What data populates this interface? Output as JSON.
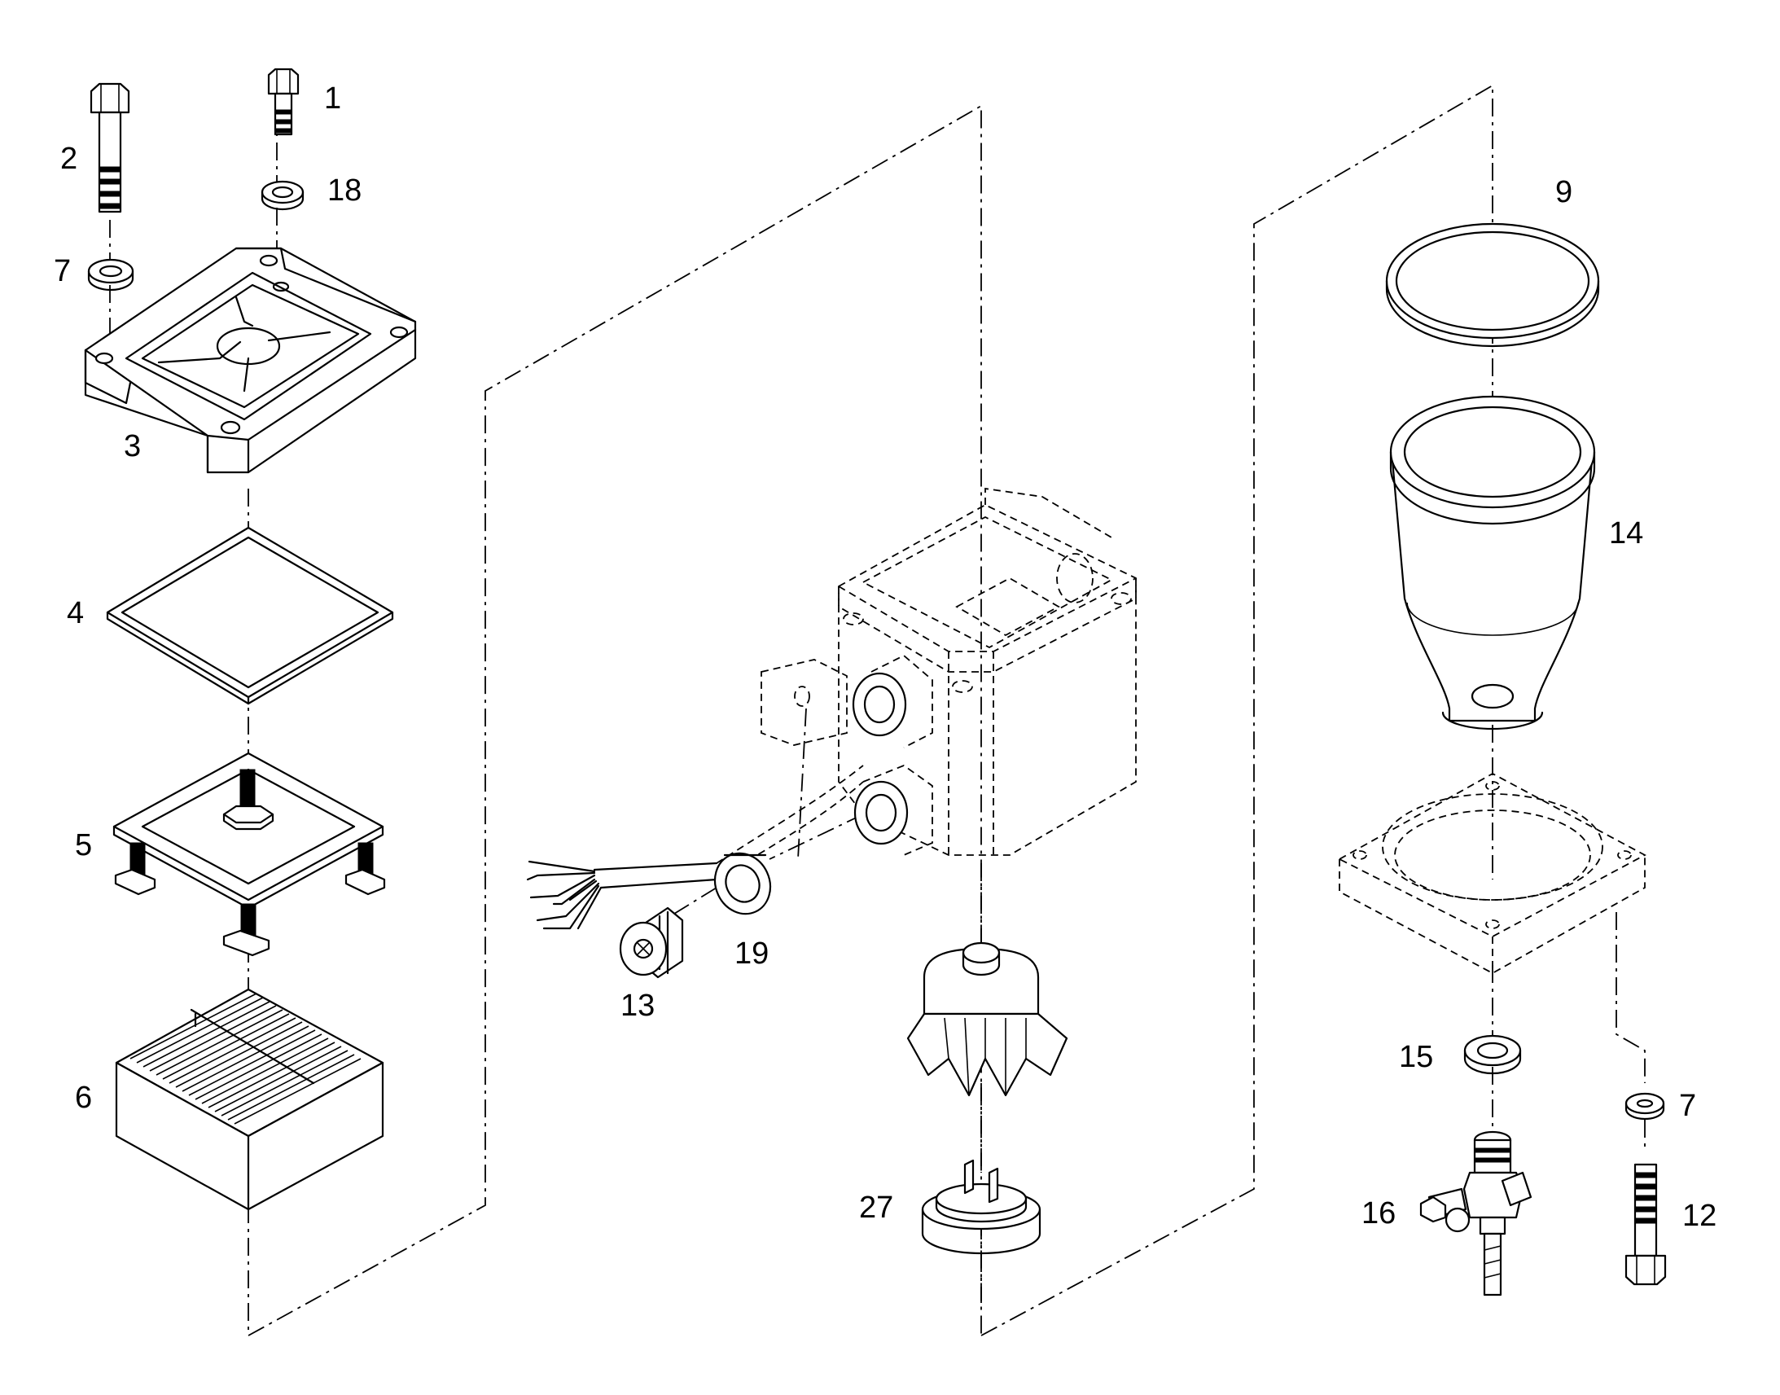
{
  "callouts": {
    "c1": "1",
    "c2": "2",
    "c3": "3",
    "c4": "4",
    "c5": "5",
    "c6": "6",
    "c7a": "7",
    "c7b": "7",
    "c9": "9",
    "c12": "12",
    "c13": "13",
    "c14": "14",
    "c15": "15",
    "c16": "16",
    "c18": "18",
    "c19": "19",
    "c27": "27"
  }
}
